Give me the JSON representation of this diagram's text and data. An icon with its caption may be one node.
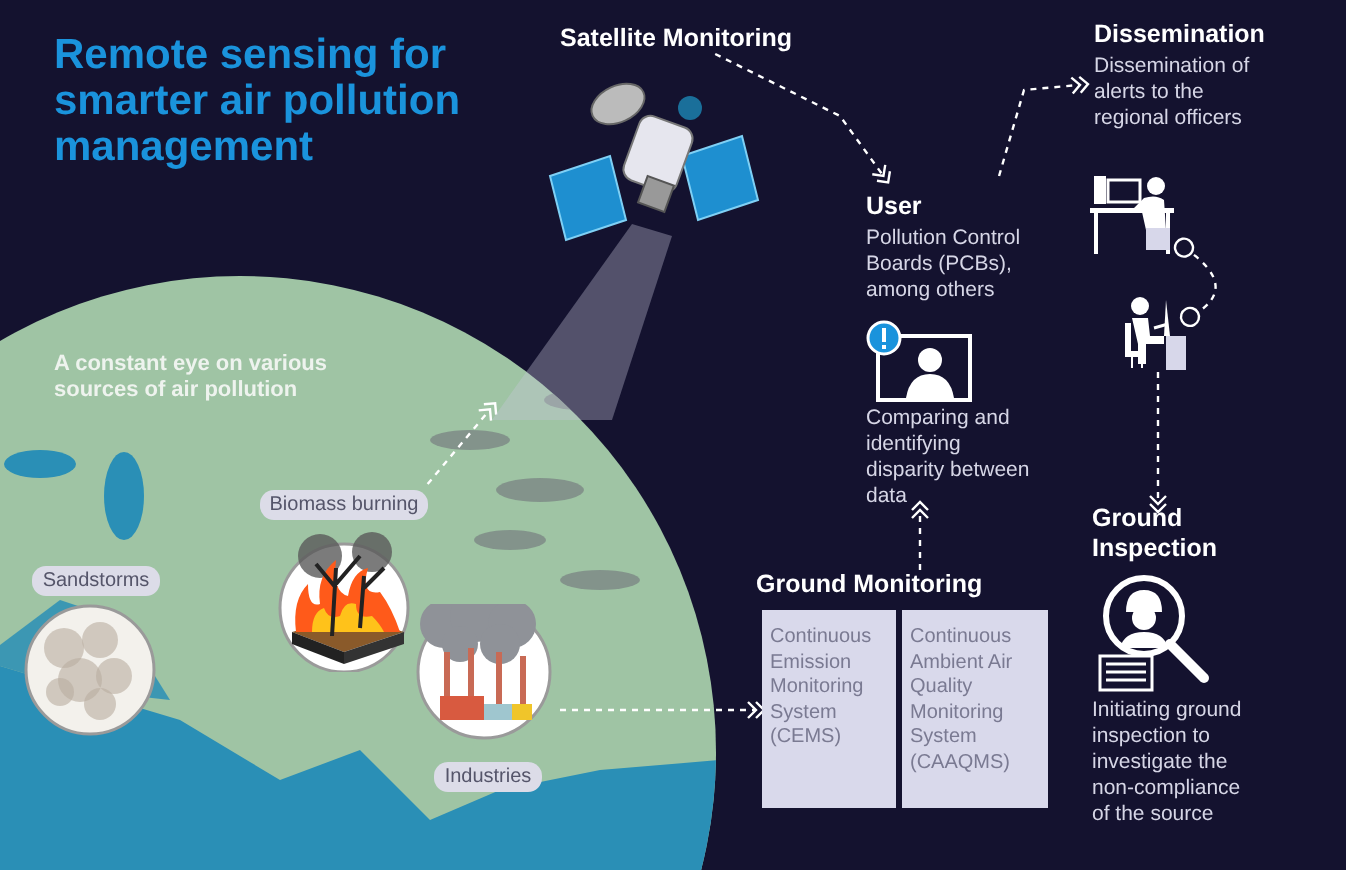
{
  "diagram": {
    "title": "Remote sensing for smarter air pollution management",
    "nodes": [
      {
        "text": [
          "Satellite Monitoring"
        ]
      },
      {
        "text": [],
        "shape": "picture"
      },
      {
        "text": [
          "A constant eye on various sources of air pollution"
        ]
      },
      {
        "text": [
          "Sandstorms"
        ],
        "in": 2
      },
      {
        "text": [
          "Biomass burning"
        ],
        "in": 2
      },
      {
        "text": [
          "Industries"
        ],
        "in": 2
      },
      {
        "text": [
          "User",
          "Pollution Control Boards (PCBs), among others"
        ]
      },
      {
        "text": [
          "Comparing and identifying disparity between data"
        ]
      },
      {
        "text": [
          "Ground Monitoring"
        ]
      },
      {
        "text": [
          "Continuous Emission Monitoring System (CEMS)"
        ],
        "in": 8
      },
      {
        "text": [
          "Continuous Ambient Air Quality Monitoring System (CAAQMS)"
        ],
        "in": 8
      },
      {
        "text": [
          "Dissemination",
          "Dissemination of alerts to the regional officers"
        ]
      },
      {
        "text": [],
        "shape": "picture"
      },
      {
        "text": [],
        "shape": "picture"
      },
      {
        "text": [
          "Ground Inspection",
          "Initiating ground inspection to investigate the non-compliance of the source"
        ]
      }
    ],
    "edges": [
      {
        "from": 4,
        "to": 1,
        "arrow": "to"
      },
      {
        "from": 0,
        "to": 6,
        "arrow": "to"
      },
      {
        "from": 6,
        "to": 11,
        "arrow": "to"
      },
      {
        "from": 12,
        "to": 13,
        "arrow": "other"
      },
      {
        "from": 13,
        "to": 14,
        "arrow": "to"
      },
      {
        "from": 5,
        "to": 8,
        "arrow": "to"
      },
      {
        "from": 8,
        "to": 7,
        "arrow": "to"
      }
    ]
  }
}
